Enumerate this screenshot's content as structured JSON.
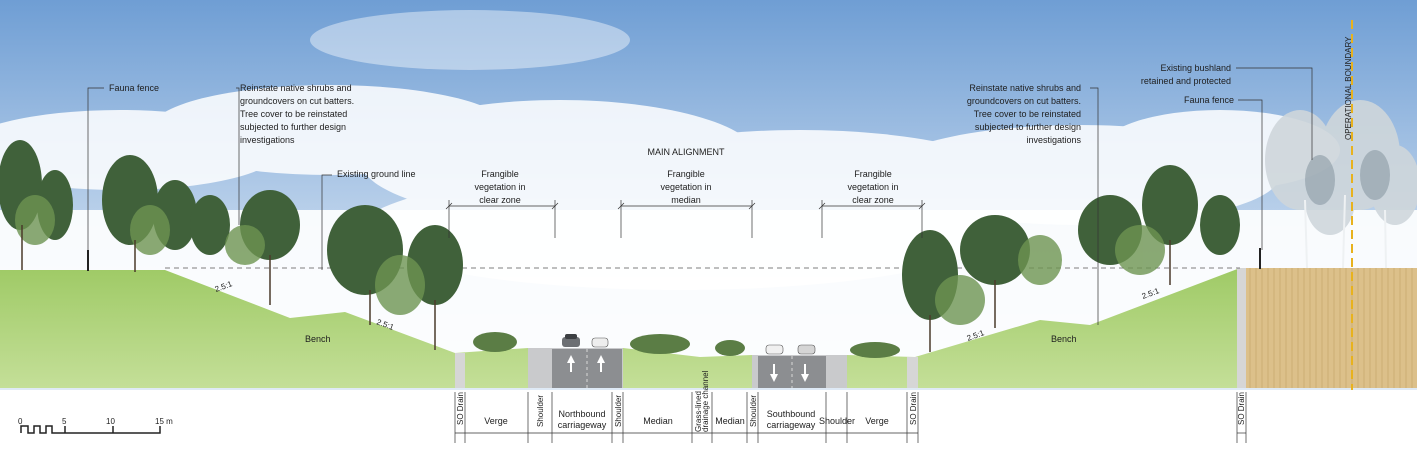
{
  "title": "MAIN ALIGNMENT",
  "boundary_label": "OPERATIONAL BOUNDARY",
  "annotations": {
    "fauna_fence_left": "Fauna fence",
    "reinstate_left": [
      "Reinstate native shrubs and",
      "groundcovers on cut batters.",
      "Tree cover to be reinstated",
      "subjected to further design",
      "investigations"
    ],
    "existing_ground_line": "Existing ground line",
    "frangible_clear_zone_left": [
      "Frangible",
      "vegetation in",
      "clear zone"
    ],
    "frangible_median": [
      "Frangible",
      "vegetation in",
      "median"
    ],
    "frangible_clear_zone_right": [
      "Frangible",
      "vegetation in",
      "clear zone"
    ],
    "reinstate_right": [
      "Reinstate native shrubs and",
      "groundcovers on cut batters.",
      "Tree cover to be reinstated",
      "subjected to further design",
      "investigations"
    ],
    "existing_bushland": [
      "Existing bushland",
      "retained and protected"
    ],
    "fauna_fence_right": "Fauna fence"
  },
  "slopes": [
    "2.5:1",
    "2.5:1",
    "2.5:1",
    "2.5:1"
  ],
  "bench_labels": [
    "Bench",
    "Bench"
  ],
  "zones": {
    "so_drain_left": "SO Drain",
    "verge_left": "Verge",
    "shoulder_1": "Shoulder",
    "northbound": [
      "Northbound",
      "carriageway"
    ],
    "shoulder_2": "Shoulder",
    "median_1": "Median",
    "grass_channel": [
      "Grass-lined",
      "drainage channel"
    ],
    "median_2": "Median",
    "shoulder_3": "Shoulder",
    "southbound": [
      "Southbound",
      "carriageway"
    ],
    "shoulder_4": "Shoulder",
    "verge_right": "Verge",
    "so_drain_right": "SO Drain",
    "so_drain_far": "SO Drain"
  },
  "scale_bar": {
    "ticks": [
      "0",
      "5",
      "10",
      "15 m"
    ]
  },
  "colors": {
    "sky_top": "#6f9ed4",
    "sky_bottom": "#dfeaf6",
    "grass": "#a9cf72",
    "grass_light": "#c6e09a",
    "road": "#8c8e91",
    "bushland": "#dcc08a",
    "boundary_line": "#e8b21d",
    "tree_dark": "#3f5f32",
    "tree_mid": "#5f8a46"
  }
}
